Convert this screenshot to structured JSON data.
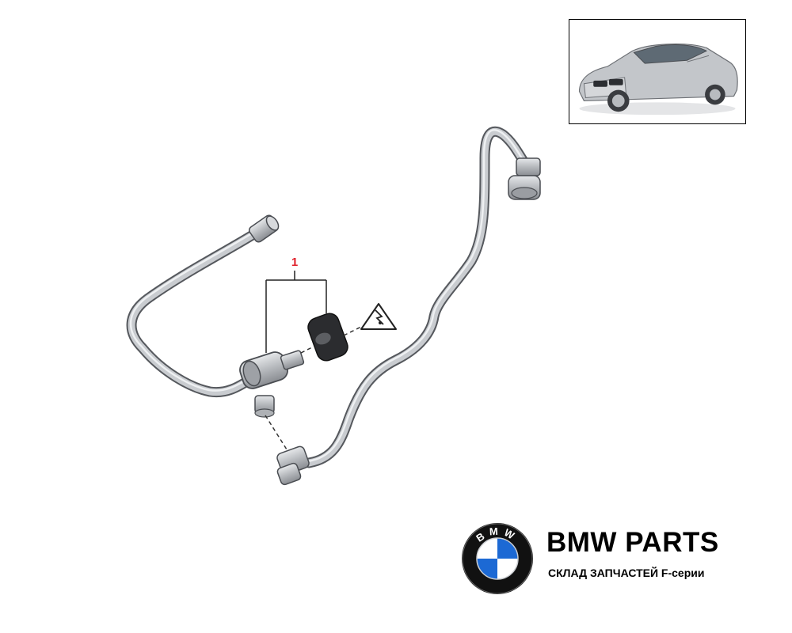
{
  "diagram": {
    "callout_number": "1"
  },
  "branding": {
    "title": "BMW PARTS",
    "subtitle": "СКЛАД ЗАПЧАСТЕЙ F-серии",
    "roundel_text": "BMW",
    "colors": {
      "blue": "#1c69d4",
      "white": "#ffffff",
      "ring": "#111111"
    }
  },
  "colors": {
    "callout": "#e0202a",
    "pipe": "#b9bcc0",
    "outline": "#4a4d52"
  },
  "icons": [
    "vehicle-thumbnail-icon",
    "warning-triangle-icon",
    "bmw-roundel-icon"
  ]
}
